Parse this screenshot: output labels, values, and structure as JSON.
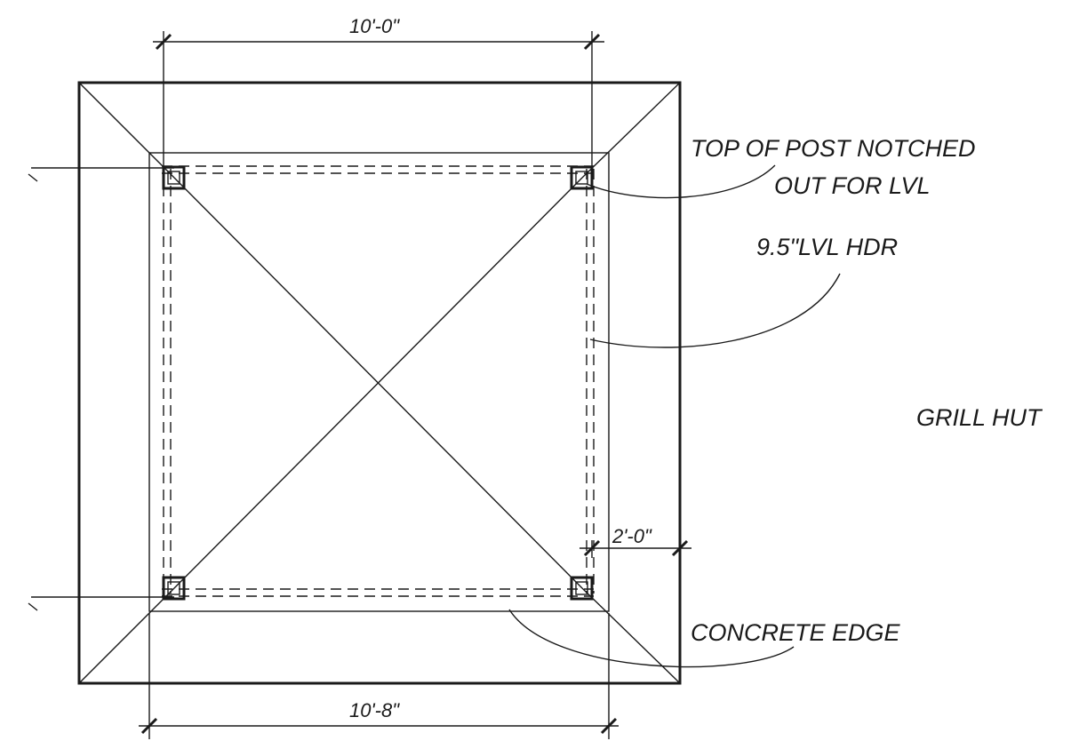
{
  "drawing": {
    "title": "GRILL HUT",
    "dimensions": {
      "top_width": "10'-0\"",
      "bottom_width": "10'-8\"",
      "overhang": "2'-0\""
    },
    "callouts": {
      "post_note_line1": "TOP OF POST NOTCHED",
      "post_note_line2": "OUT FOR LVL",
      "header": "9.5\"LVL HDR",
      "concrete": "CONCRETE EDGE"
    }
  }
}
